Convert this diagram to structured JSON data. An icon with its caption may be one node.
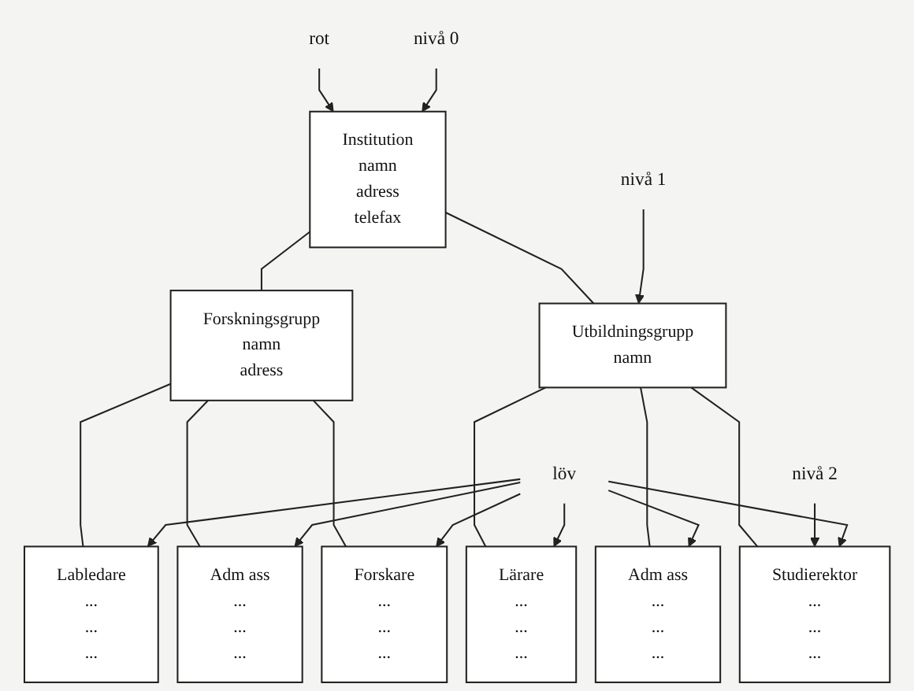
{
  "diagram": {
    "nodes": [
      {
        "text": [
          "rot"
        ]
      },
      {
        "text": [
          "Institution",
          "namn",
          "adress",
          "telefax"
        ]
      },
      {
        "text": [
          "nivå 0"
        ]
      },
      {
        "text": [
          "Forskningsgrupp",
          "namn",
          "adress"
        ]
      },
      {
        "text": [
          "Utbildningsgrupp",
          "namn"
        ]
      },
      {
        "text": [
          "nivå 1"
        ]
      },
      {
        "text": [
          "nivå 2"
        ]
      },
      {
        "text": [
          "Labledare",
          "...",
          "...",
          "..."
        ]
      },
      {
        "text": [
          "Adm ass",
          "...",
          "...",
          "..."
        ]
      },
      {
        "text": [
          "Forskare",
          "...",
          "...",
          "..."
        ]
      },
      {
        "text": [
          "Lärare",
          "...",
          "...",
          "..."
        ]
      },
      {
        "text": [
          "Adm ass",
          "...",
          "...",
          "..."
        ]
      },
      {
        "text": [
          "Studierektor",
          "...",
          "...",
          "..."
        ]
      },
      {
        "text": [
          "löv"
        ]
      }
    ],
    "edges": [
      {
        "from": 0,
        "to": 1,
        "arrow": "to"
      },
      {
        "from": 2,
        "to": 1,
        "arrow": "to"
      },
      {
        "from": 1,
        "to": 3,
        "arrow": "none"
      },
      {
        "from": 1,
        "to": 4,
        "arrow": "none"
      },
      {
        "from": 5,
        "to": 4,
        "arrow": "to"
      },
      {
        "from": 3,
        "to": 7,
        "arrow": "none"
      },
      {
        "from": 3,
        "to": 8,
        "arrow": "none"
      },
      {
        "from": 3,
        "to": 9,
        "arrow": "none"
      },
      {
        "from": 4,
        "to": 10,
        "arrow": "none"
      },
      {
        "from": 4,
        "to": 11,
        "arrow": "none"
      },
      {
        "from": 4,
        "to": 12,
        "arrow": "none"
      },
      {
        "from": 6,
        "to": 12,
        "arrow": "to"
      },
      {
        "from": 13,
        "to": 7,
        "arrow": "to"
      },
      {
        "from": 13,
        "to": 8,
        "arrow": "to"
      },
      {
        "from": 13,
        "to": 9,
        "arrow": "to"
      },
      {
        "from": 13,
        "to": 10,
        "arrow": "to"
      },
      {
        "from": 13,
        "to": 11,
        "arrow": "to"
      },
      {
        "from": 13,
        "to": 12,
        "arrow": "to"
      }
    ]
  }
}
